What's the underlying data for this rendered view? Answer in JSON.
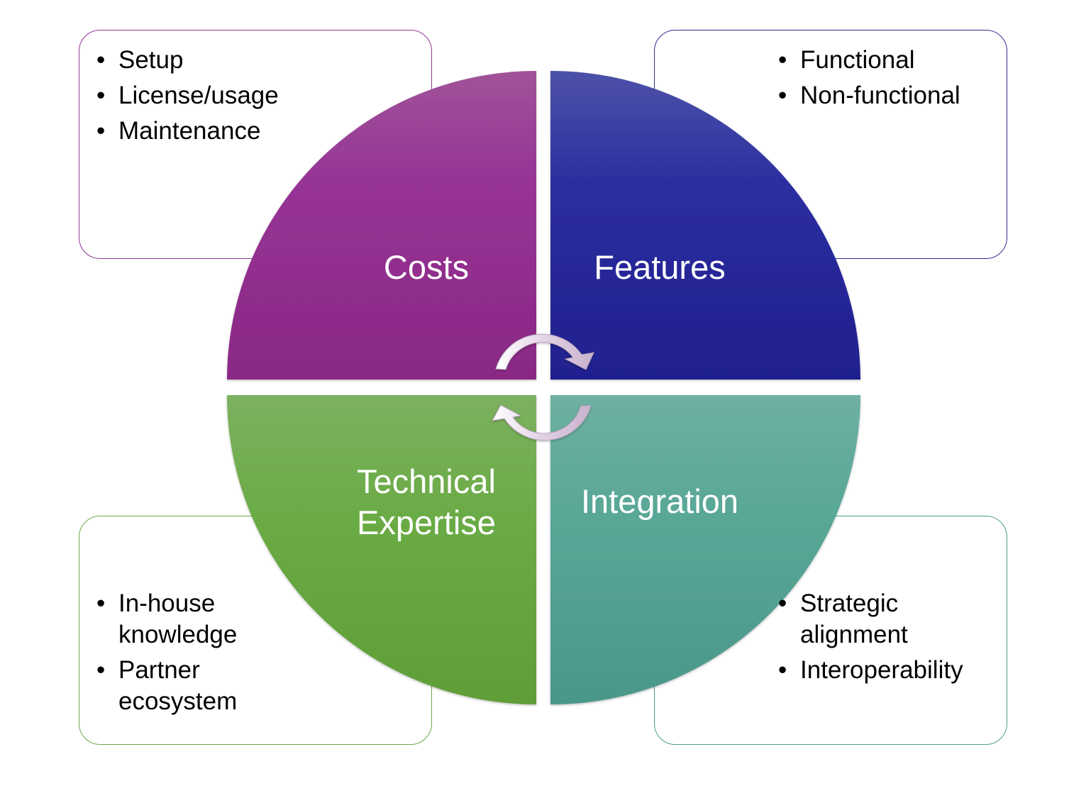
{
  "quadrants": {
    "costs": {
      "label": "Costs",
      "color": "#93308f",
      "items": [
        "Setup",
        "License/usage",
        "Maintenance"
      ]
    },
    "features": {
      "label": "Features",
      "color": "#2a2a9a",
      "items": [
        "Functional",
        "Non-functional"
      ]
    },
    "technical": {
      "label_line1": "Technical",
      "label_line2": "Expertise",
      "color": "#68aa45",
      "items_line1": [
        "In-house",
        "Partner"
      ],
      "items_line2": [
        "knowledge",
        "ecosystem"
      ]
    },
    "integration": {
      "label": "Integration",
      "color": "#55a596",
      "items_line1": [
        "Strategic",
        "Interoperability"
      ],
      "items_line2": [
        "alignment",
        ""
      ]
    }
  },
  "bullet_glyph": "•",
  "icons": {
    "cycle_arrows": "cycle-arrows-icon"
  }
}
